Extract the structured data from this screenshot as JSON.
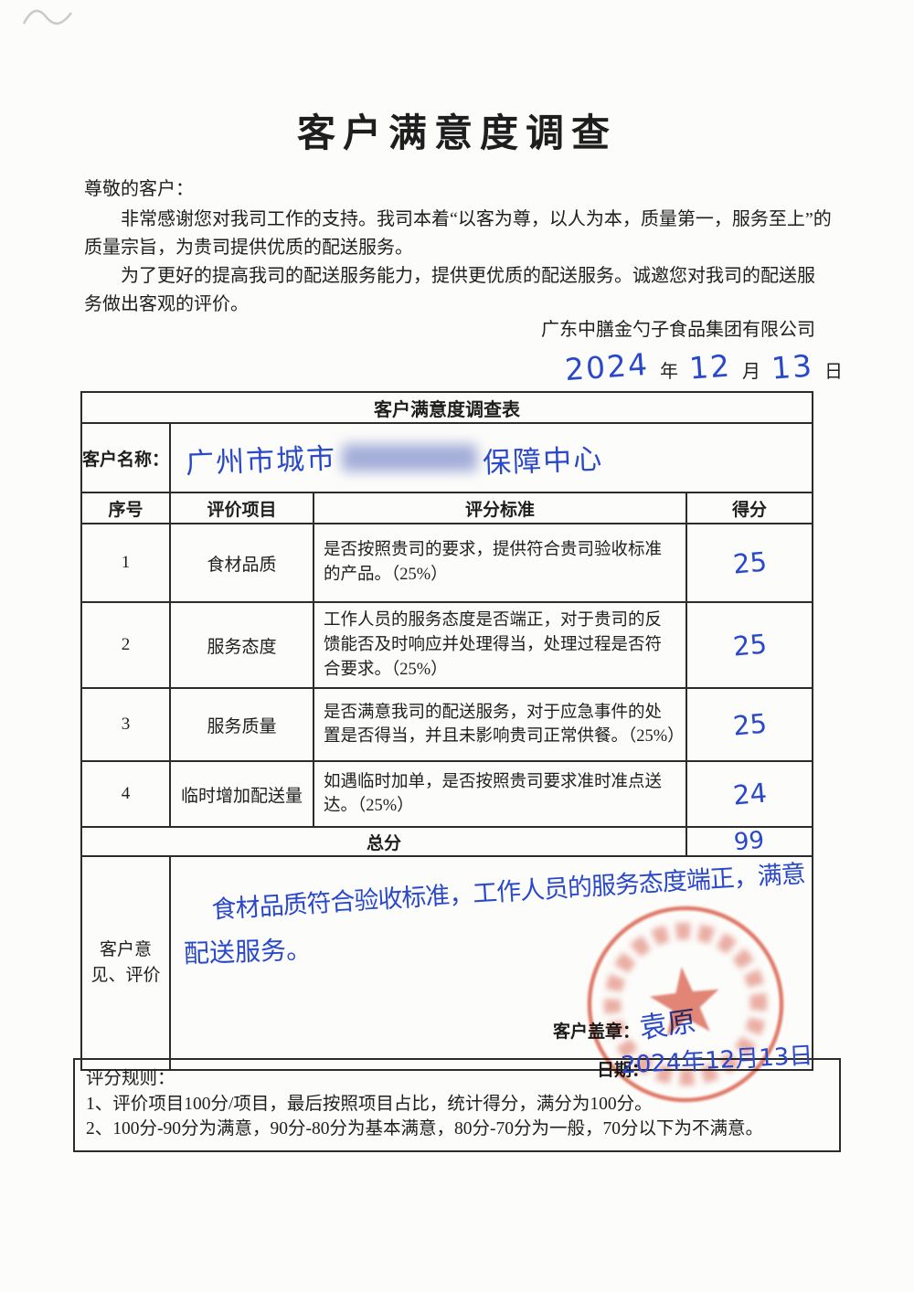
{
  "page": {
    "title": "客户满意度调查"
  },
  "letter": {
    "salutation": "尊敬的客户：",
    "para1": "非常感谢您对我司工作的支持。我司本着“以客为尊，以人为本，质量第一，服务至上”的质量宗旨，为贵司提供优质的配送服务。",
    "para2": "为了更好的提高我司的配送服务能力，提供更优质的配送服务。诚邀您对我司的配送服务做出客观的评价。",
    "company": "广东中膳金勺子食品集团有限公司",
    "date": {
      "year": "2024",
      "year_label": "年",
      "month": "12",
      "month_label": "月",
      "day": "13",
      "day_label": "日"
    }
  },
  "table": {
    "title": "客户满意度调查表",
    "customer_label": "客户名称：",
    "customer_name_prefix": "广州市城市",
    "customer_name_suffix": "保障中心",
    "headers": [
      "序号",
      "评价项目",
      "评分标准",
      "得分"
    ],
    "rows": [
      {
        "no": "1",
        "item": "食材品质",
        "criteria": "是否按照贵司的要求，提供符合贵司验收标准的产品。（25%）",
        "score": "25"
      },
      {
        "no": "2",
        "item": "服务态度",
        "criteria": "工作人员的服务态度是否端正，对于贵司的反馈能否及时响应并处理得当，处理过程是否符合要求。（25%）",
        "score": "25"
      },
      {
        "no": "3",
        "item": "服务质量",
        "criteria": "是否满意我司的配送服务，对于应急事件的处置是否得当，并且未影响贵司正常供餐。（25%）",
        "score": "25"
      },
      {
        "no": "4",
        "item": "临时增加配送量",
        "criteria": "如遇临时加单，是否按照贵司要求准时准点送达。（25%）",
        "score": "24"
      }
    ],
    "total_label": "总分",
    "total_score": "99",
    "feedback_label": "客户意见、评价",
    "feedback_line1": "食材品质符合验收标准，工作人员的服务态度端正，满意",
    "feedback_line2": "配送服务。",
    "seal_label": "客户盖章：",
    "signature": "袁原",
    "date_label": "日期：",
    "stamp_date": "2024年12月13日"
  },
  "rules": {
    "title": "评分规则：",
    "rule1": "1、评价项目100分/项目，最后按照项目占比，统计得分，满分为100分。",
    "rule2": "2、100分-90分为满意，90分-80分为基本满意，80分-70分为一般，70分以下为不满意。"
  },
  "colors": {
    "ink": "#1e1e1e",
    "handwriting_blue": "#2a49c9",
    "stamp_red": "#d84a33"
  }
}
